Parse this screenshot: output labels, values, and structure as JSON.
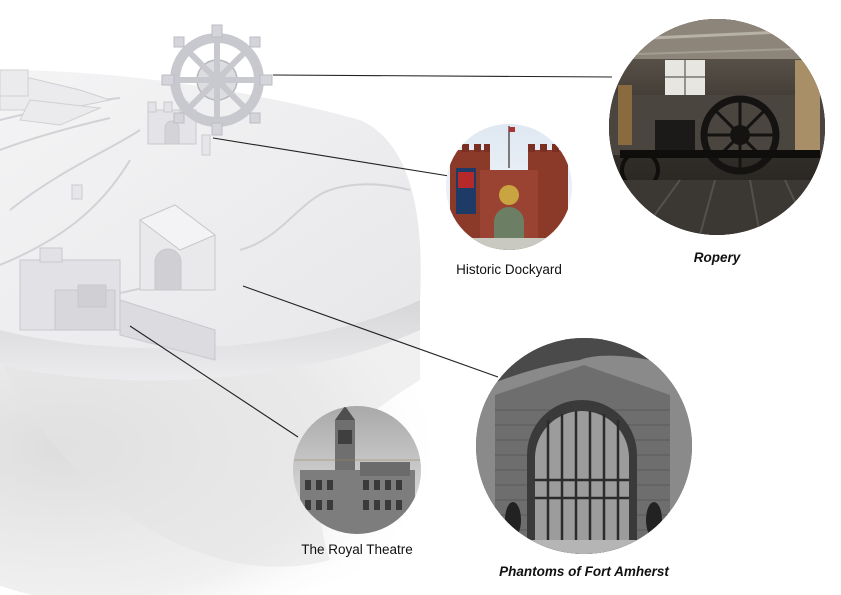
{
  "locations": [
    {
      "id": "ropery",
      "label": "Ropery",
      "style": "bold-italic"
    },
    {
      "id": "historic-dockyard",
      "label": "Historic Dockyard",
      "style": "regular"
    },
    {
      "id": "fort-amherst",
      "label": "Phantoms of Fort Amherst",
      "style": "bold-italic"
    },
    {
      "id": "royal-theatre",
      "label": "The Royal Theatre",
      "style": "regular"
    }
  ]
}
